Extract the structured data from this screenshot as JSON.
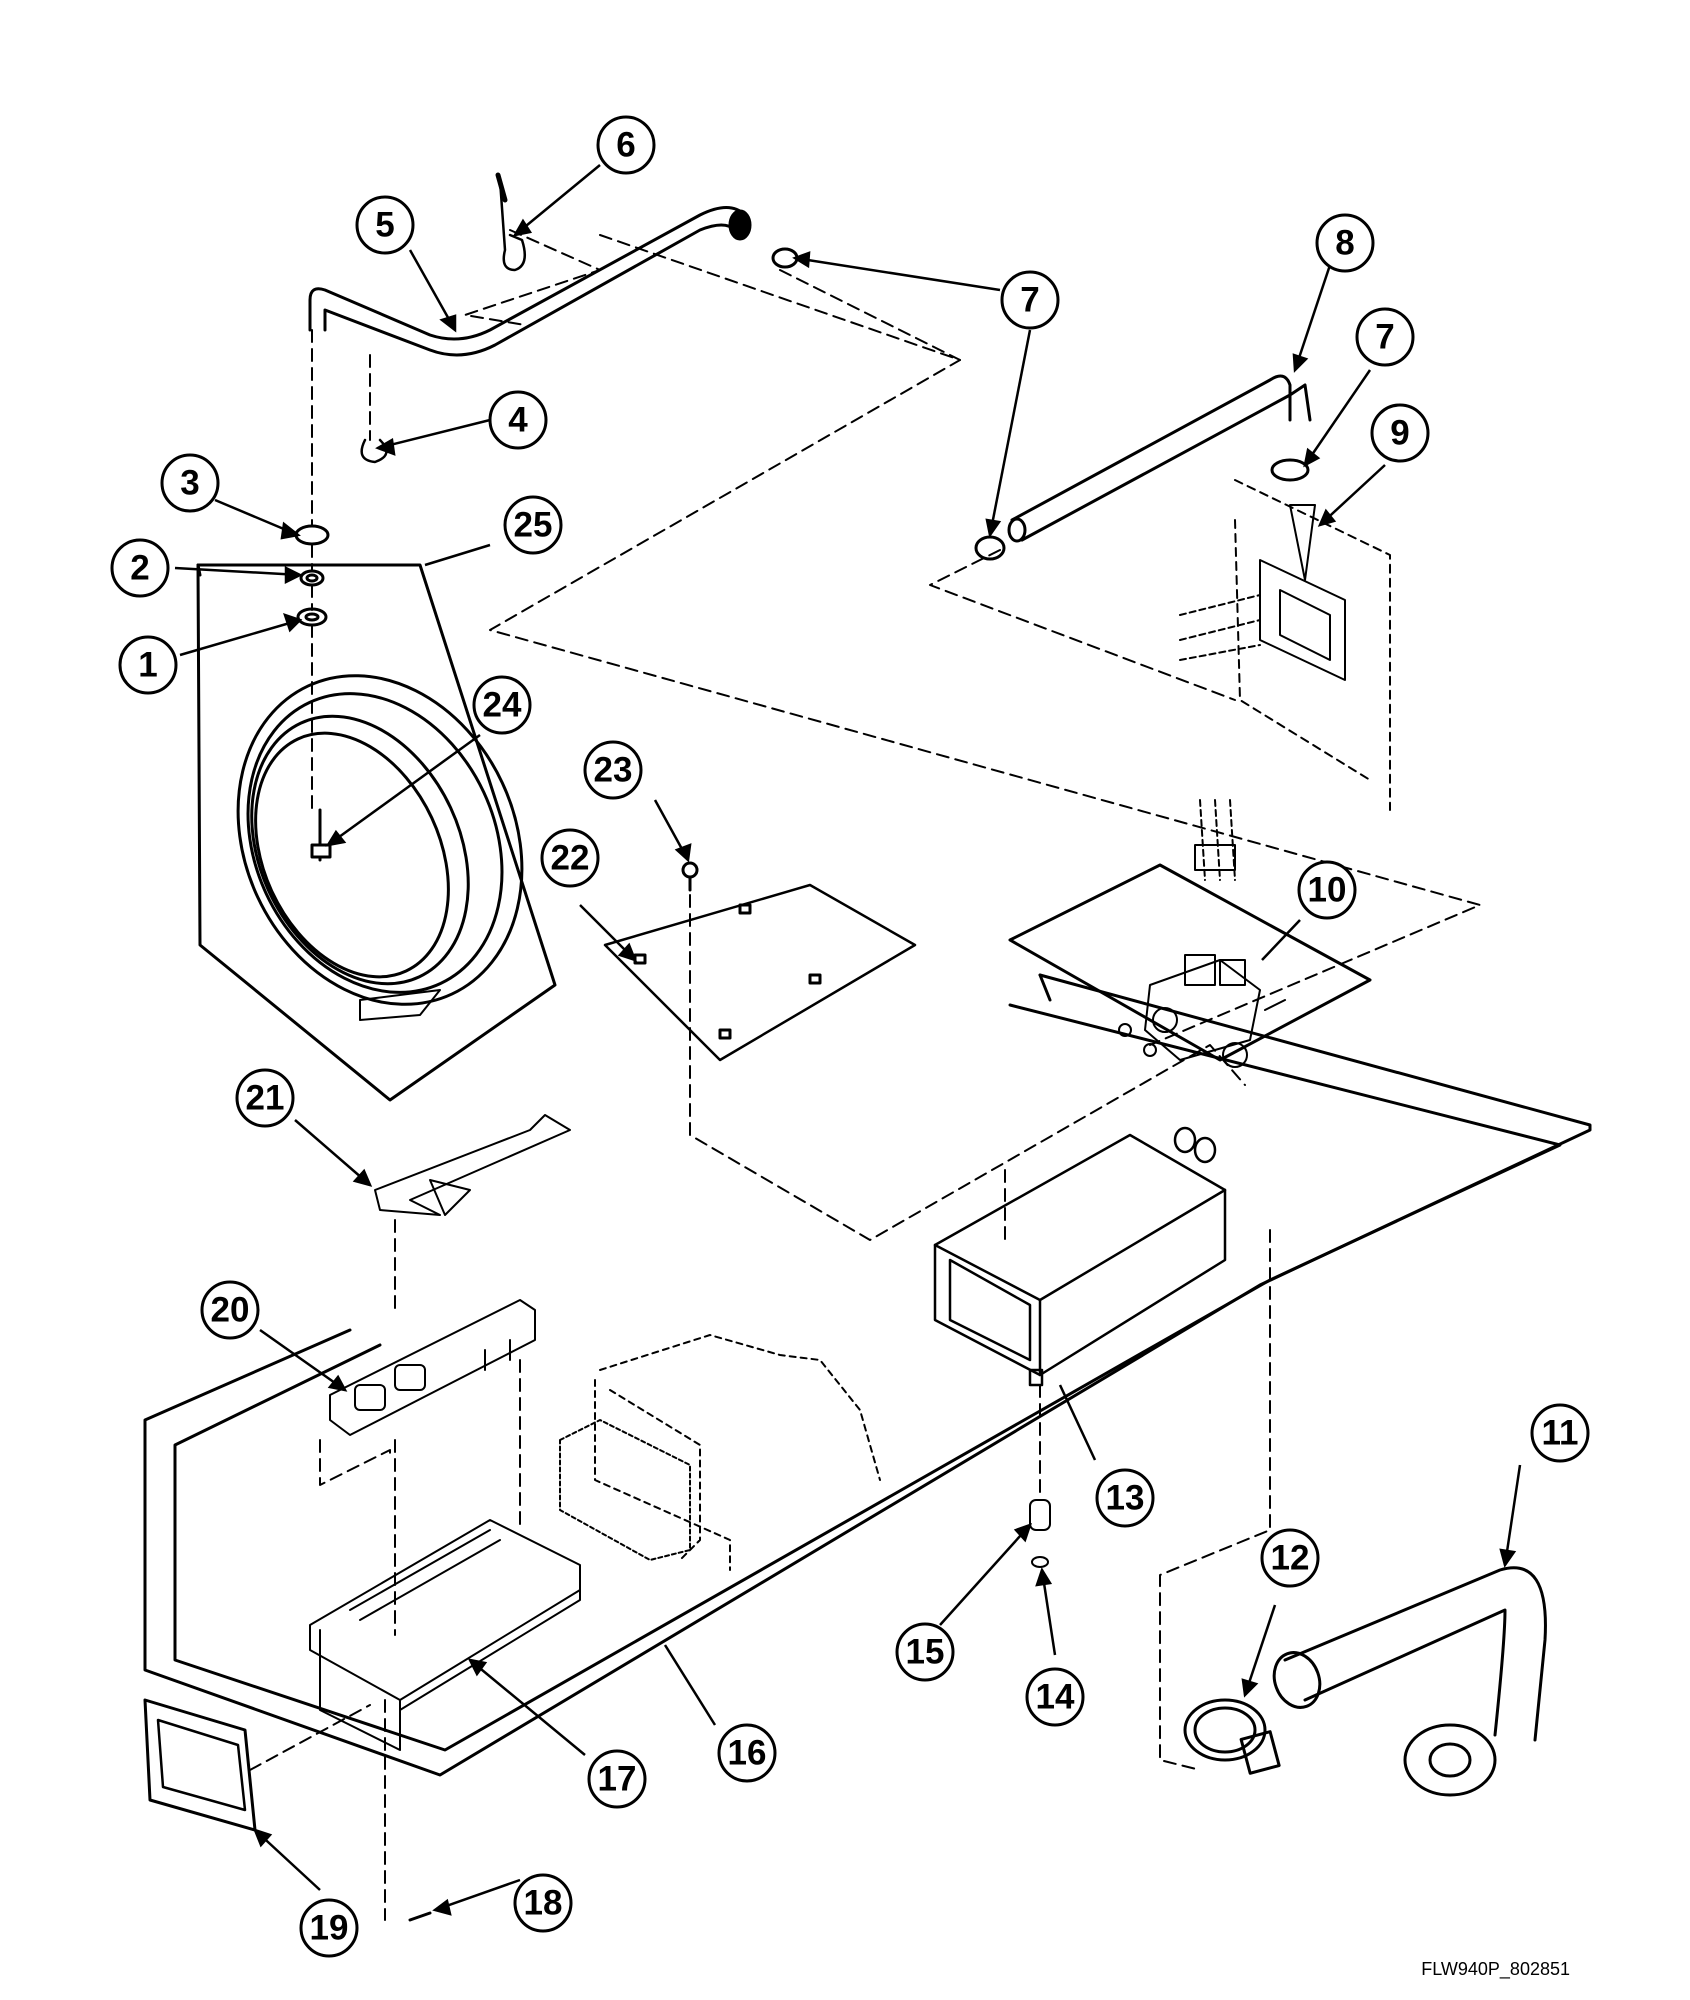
{
  "diagram_id": "FLW940P_802851",
  "callouts": {
    "c1": "1",
    "c2": "2",
    "c3": "3",
    "c4": "4",
    "c5": "5",
    "c6": "6",
    "c7a": "7",
    "c7b": "7",
    "c8": "8",
    "c9": "9",
    "c10": "10",
    "c11": "11",
    "c12": "12",
    "c13": "13",
    "c14": "14",
    "c15": "15",
    "c16": "16",
    "c17": "17",
    "c18": "18",
    "c19": "19",
    "c20": "20",
    "c21": "21",
    "c22": "22",
    "c23": "23",
    "c24": "24",
    "c25": "25"
  }
}
